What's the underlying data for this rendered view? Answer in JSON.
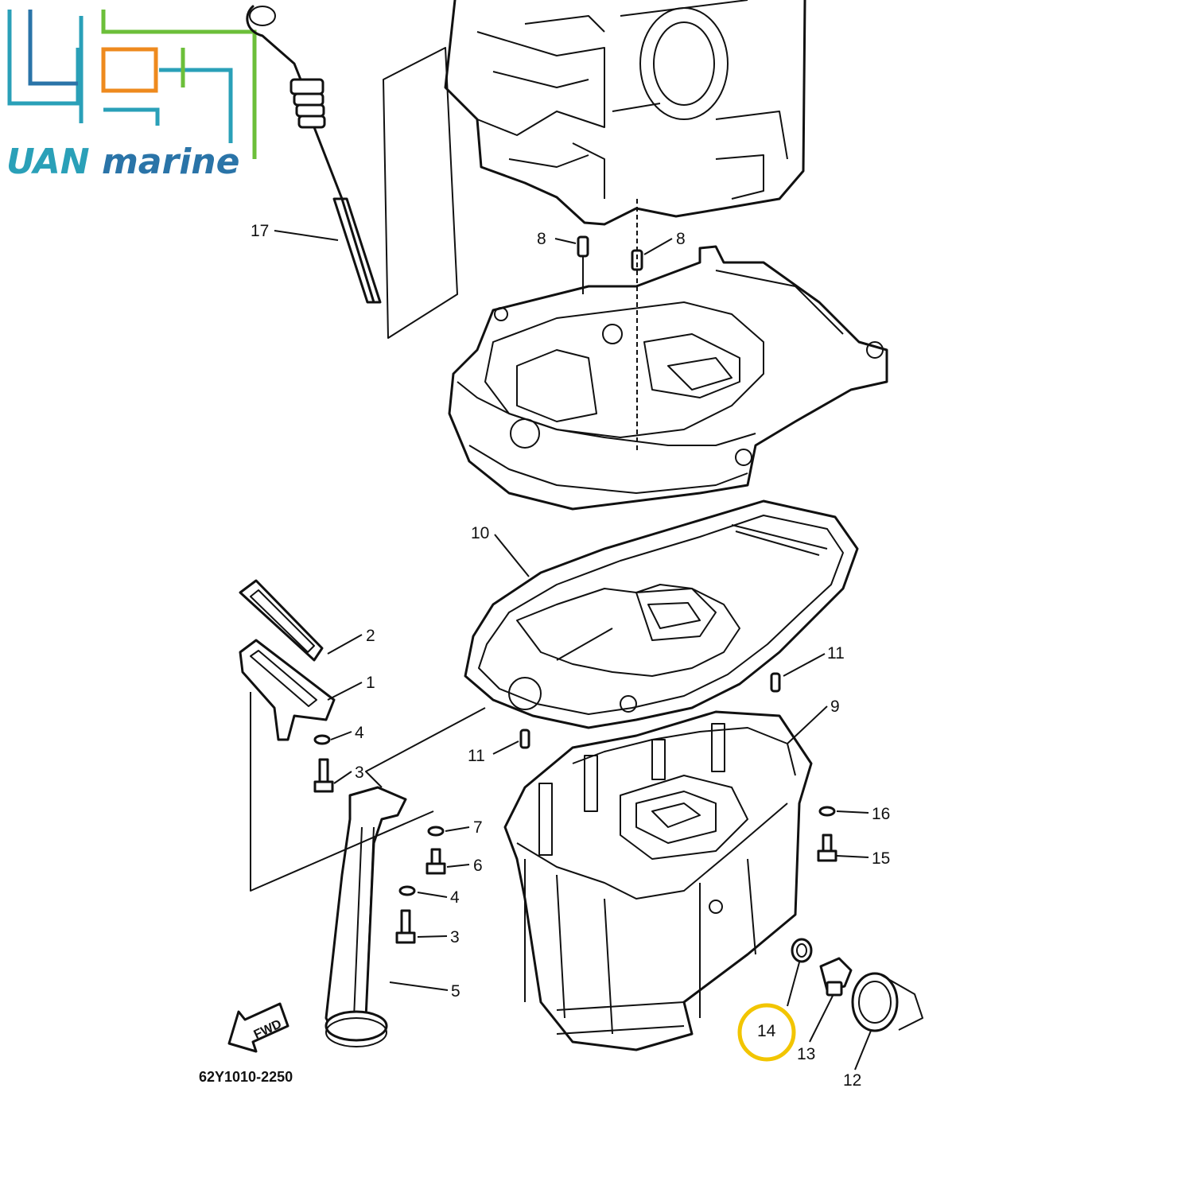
{
  "brand": {
    "name_part1": "UAN",
    "name_part2": " marine",
    "colors": {
      "teal": "#2aa0b8",
      "orange": "#ee8a1e",
      "green": "#6cbf3a",
      "dark_blue": "#2a74a8"
    }
  },
  "diagram": {
    "diagram_code": "62Y1010-2250",
    "fwd_arrow_text": "FWD",
    "highlight_color": "#f2c500",
    "highlighted_part": "14",
    "callouts": {
      "p17": "17",
      "p8a": "8",
      "p8b": "8",
      "p10": "10",
      "p2": "2",
      "p1": "1",
      "p4a": "4",
      "p3a": "3",
      "p11a": "11",
      "p11b": "11",
      "p9": "9",
      "p16": "16",
      "p15": "15",
      "p7": "7",
      "p6": "6",
      "p4b": "4",
      "p3b": "3",
      "p5": "5",
      "p14": "14",
      "p13": "13",
      "p12": "12"
    }
  }
}
